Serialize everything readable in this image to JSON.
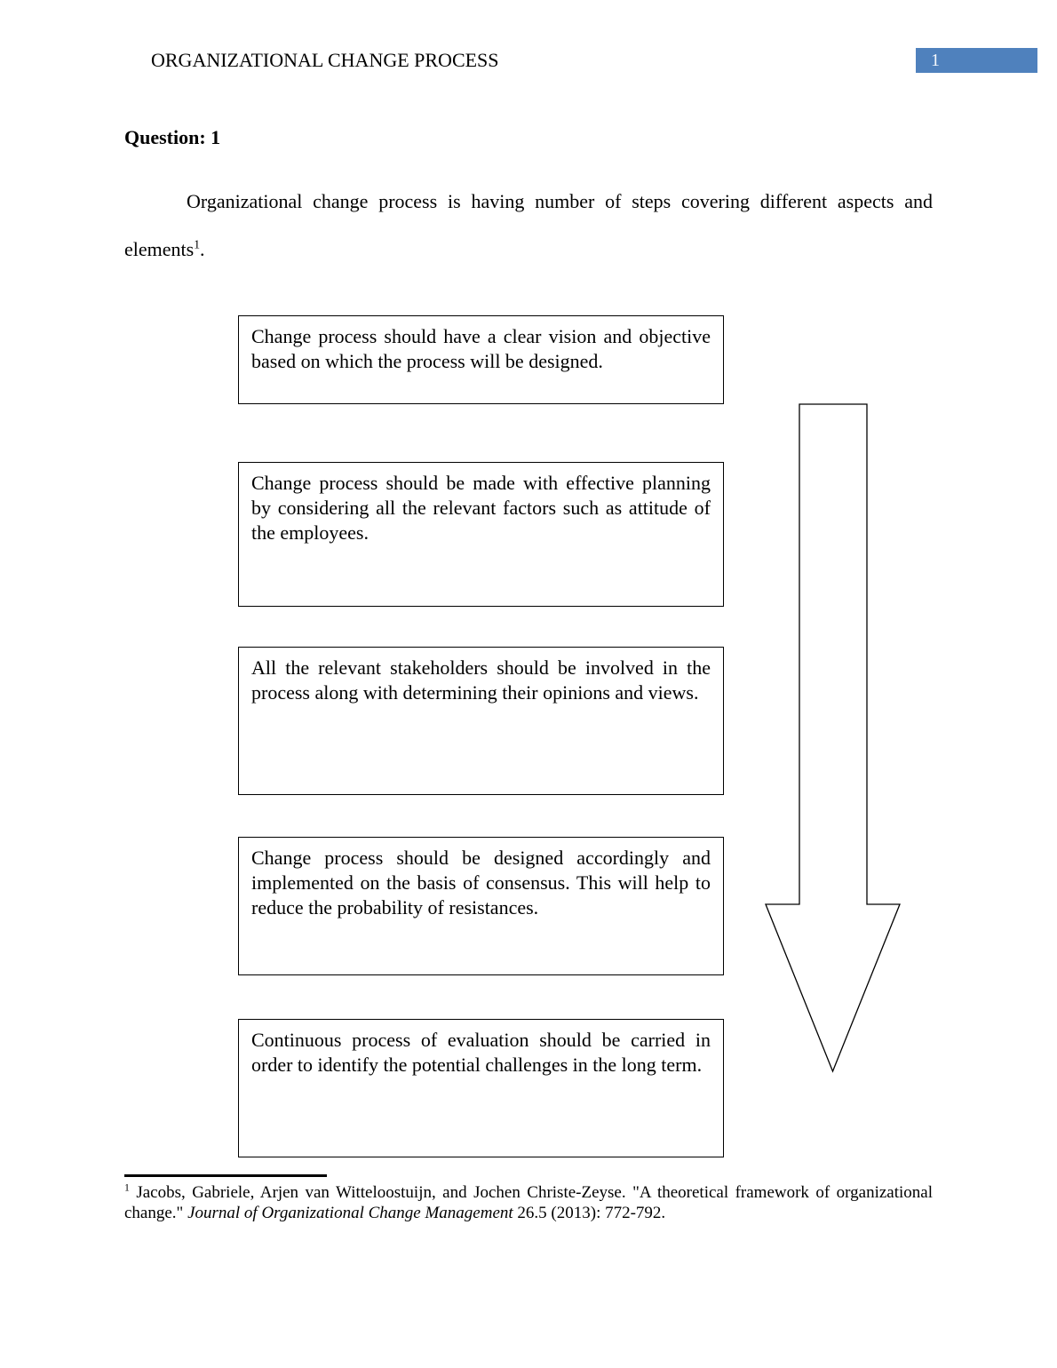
{
  "header": {
    "title": "ORGANIZATIONAL CHANGE PROCESS",
    "page_number": "1"
  },
  "question": {
    "label": "Question: 1"
  },
  "intro": {
    "line1": "Organizational change process is having number of steps covering different aspects and",
    "line2_text": "elements",
    "footnote_ref": "1",
    "line2_period": "."
  },
  "flow_boxes": [
    {
      "text": "Change process should have a clear vision and objective based on which the process will be designed."
    },
    {
      "text": "Change process should be made with effective planning by considering all the relevant factors such as attitude of the employees."
    },
    {
      "text": "All the relevant stakeholders should be involved in the process along with determining their opinions and views."
    },
    {
      "text": "Change process should be designed accordingly and implemented on the basis of consensus. This will help to reduce the probability of resistances."
    },
    {
      "text": "Continuous process of evaluation should be carried in order to identify the potential challenges in the long term."
    }
  ],
  "footnote": {
    "ref": "1",
    "citation_start": " Jacobs, Gabriele, Arjen van Witteloostuijn, and Jochen Christe-Zeyse. \"A theoretical framework of organizational change.\" ",
    "journal_italic": "Journal of Organizational Change Management",
    "citation_end": " 26.5 (2013): 772-792."
  },
  "colors": {
    "page_number_bg": "#4f81bd",
    "text": "#000000"
  }
}
